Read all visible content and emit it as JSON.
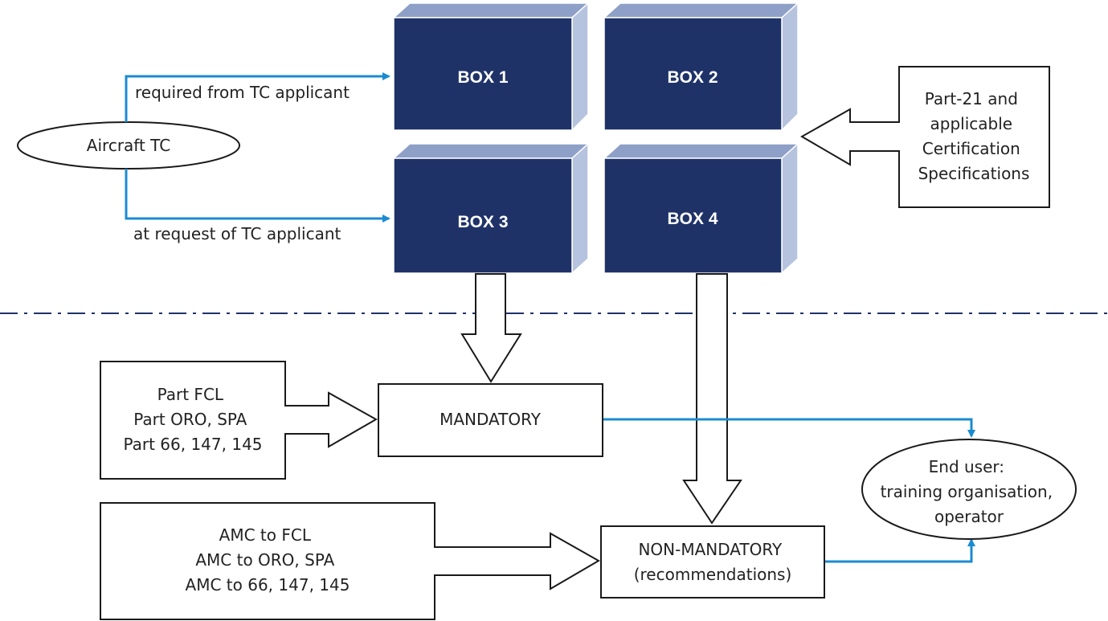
{
  "colors": {
    "box_front": "#1f3268",
    "box_edge": "#8ea0c8",
    "connector_blue": "#1b8bd1",
    "divider": "#1f3268",
    "outline": "#1a1a1a"
  },
  "boxes": {
    "box1": "BOX 1",
    "box2": "BOX 2",
    "box3": "BOX 3",
    "box4": "BOX 4"
  },
  "aircraft_tc": "Aircraft TC",
  "connectors": {
    "required": "required from TC applicant",
    "request": "at request of TC applicant"
  },
  "part21": [
    "Part-21 and",
    "applicable",
    "Certification",
    "Specifications"
  ],
  "part_fcl": [
    "Part FCL",
    "Part ORO, SPA",
    "Part 66, 147, 145"
  ],
  "amc": [
    "AMC to FCL",
    "AMC to ORO, SPA",
    "AMC to 66, 147, 145"
  ],
  "mandatory": "MANDATORY",
  "non_mandatory": [
    "NON-MANDATORY",
    "(recommendations)"
  ],
  "end_user": [
    "End user:",
    "training organisation,",
    "operator"
  ]
}
